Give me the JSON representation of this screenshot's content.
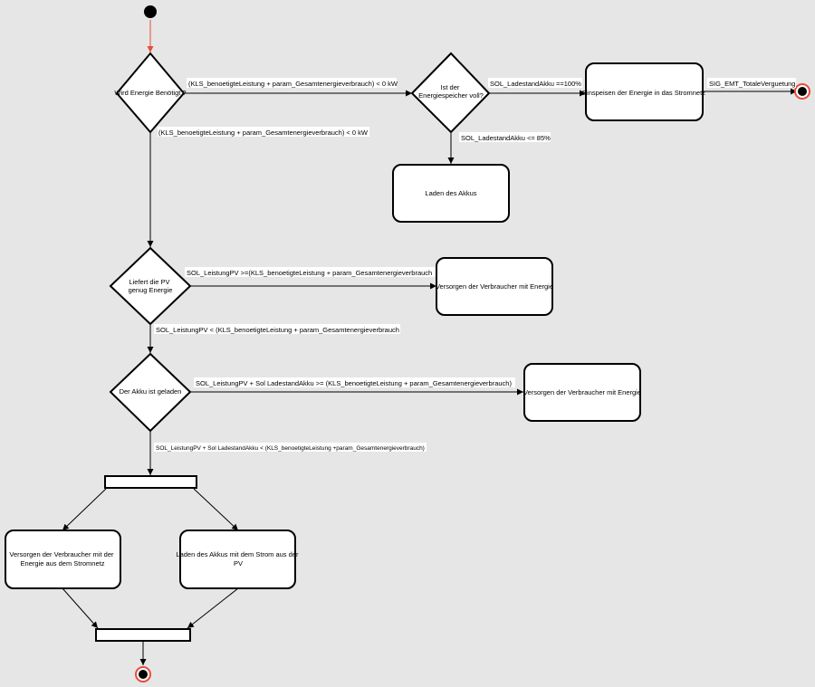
{
  "colors": {
    "background": "#e6e6e6",
    "start_arrow": "#e74c3c",
    "final_ring": "#e74c3c"
  },
  "nodes": {
    "d1": "Wird Energie Benötigt ?",
    "d2": "Ist der Energiespeicher voll?",
    "a_einspeisen": "Einspeisen der Energie in das Stromnetz",
    "a_laden": "Laden des Akkus",
    "d3": "Liefert die PV genug Energie",
    "a_versorgen1": "Versorgen der Verbraucher mit Energie",
    "d4": "Der Akku ist geladen",
    "a_versorgen2": "Versorgen der Verbraucher mit Energie",
    "a_netz": "Versorgen der Verbraucher mit der Energie aus dem Stromnetz",
    "a_pv": "Laden des Akkus mit dem Strom aus der PV"
  },
  "edges": {
    "d1_d2": "(KLS_benoetigteLeistung + param_Gesamtenergieverbrauch) < 0 kW",
    "d1_d3": "(KLS_benoetigteLeistung + param_Gesamtenergieverbrauch) < 0 kW",
    "d2_einspeisen": "SOL_LadestandAkku ==100%",
    "d2_laden": "SOL_LadestandAkku <= 85%",
    "einspeisen_final": "SIG_EMT_TotaleVerguetung",
    "d3_versorgen": "SOL_LeistungPV  >=(KLS_benoetigteLeistung + param_Gesamtenergieverbrauch",
    "d3_d4": "SOL_LeistungPV < (KLS_benoetigteLeistung + param_Gesamtenergieverbrauch",
    "d4_versorgen": "SOL_LeistungPV + Sol LadestandAkku >=  (KLS_benoetigteLeistung + param_Gesamtenergieverbrauch)",
    "d4_fork": "SOL_LeistungPV + Sol LadestandAkku <  (KLS_benoetigteLeistung +param_Gesamtenergieverbrauch)"
  }
}
